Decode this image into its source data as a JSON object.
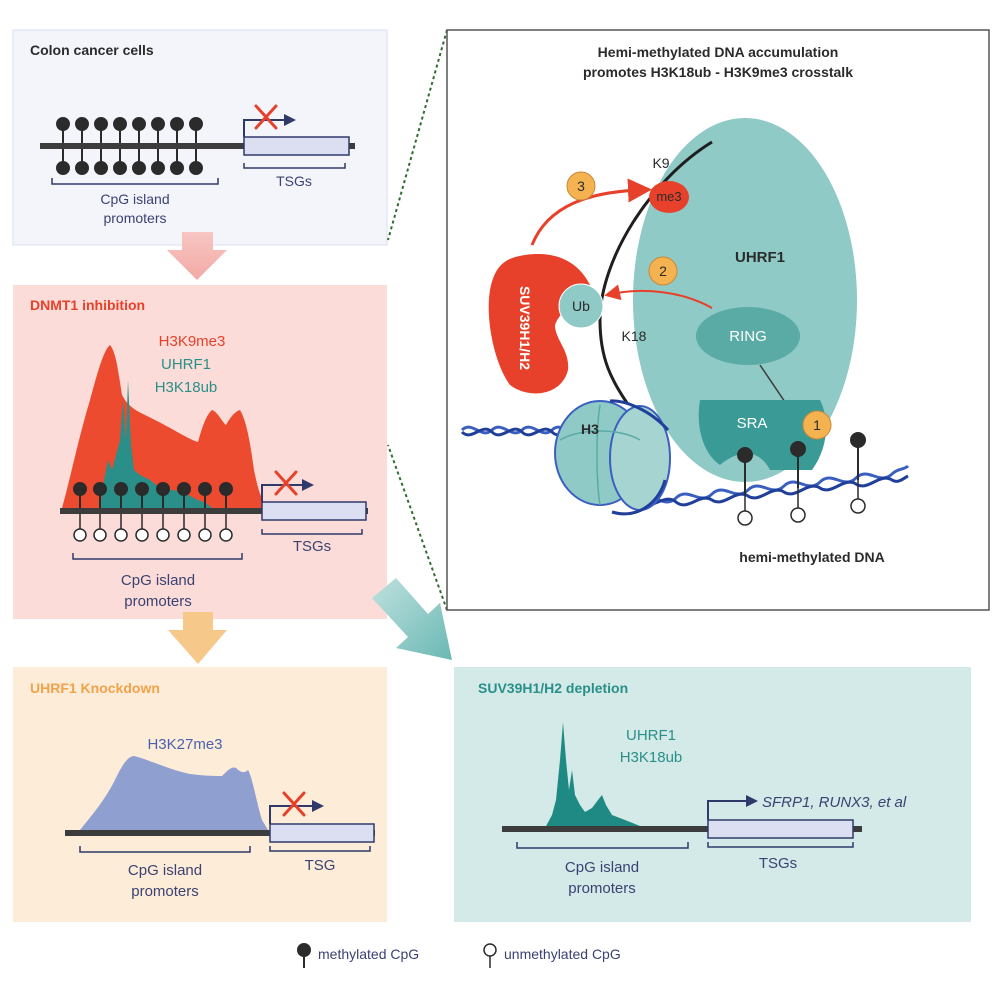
{
  "panels": {
    "colon": {
      "title": "Colon cancer cells",
      "cpg_label_1": "CpG island",
      "cpg_label_2": "promoters",
      "tsg_label": "TSGs"
    },
    "dnmt1": {
      "title": "DNMT1 inhibition",
      "marks": [
        "H3K9me3",
        "UHRF1",
        "H3K18ub"
      ],
      "cpg_label_1": "CpG island",
      "cpg_label_2": "promoters",
      "tsg_label": "TSGs"
    },
    "uhrf1_kd": {
      "title": "UHRF1 Knockdown",
      "mark": "H3K27me3",
      "cpg_label_1": "CpG island",
      "cpg_label_2": "promoters",
      "tsg_label": "TSG"
    },
    "suv_depletion": {
      "title": "SUV39H1/H2 depletion",
      "marks": [
        "UHRF1",
        "H3K18ub"
      ],
      "genes": "SFRP1, RUNX3, et al",
      "cpg_label_1": "CpG island",
      "cpg_label_2": "promoters",
      "tsg_label": "TSGs"
    },
    "mechanism": {
      "title_1": "Hemi-methylated DNA accumulation",
      "title_2": "promotes H3K18ub - H3K9me3 crosstalk",
      "uhrf1": "UHRF1",
      "ring": "RING",
      "sra": "SRA",
      "suv": "SUV39H1/H2",
      "ub": "Ub",
      "me3": "me3",
      "h3": "H3",
      "k9": "K9",
      "k18": "K18",
      "steps": [
        "1",
        "2",
        "3"
      ],
      "dna_label": "hemi-methylated DNA"
    }
  },
  "legend": {
    "methylated": "methylated CpG",
    "unmethylated": "unmethylated CpG"
  },
  "colors": {
    "red": "#e8412b",
    "teal": "#8fcac7",
    "teal_dark": "#3a9a95",
    "navy": "#2f3a6a",
    "orange": "#f4b350",
    "blue": "#8f9fd0"
  }
}
